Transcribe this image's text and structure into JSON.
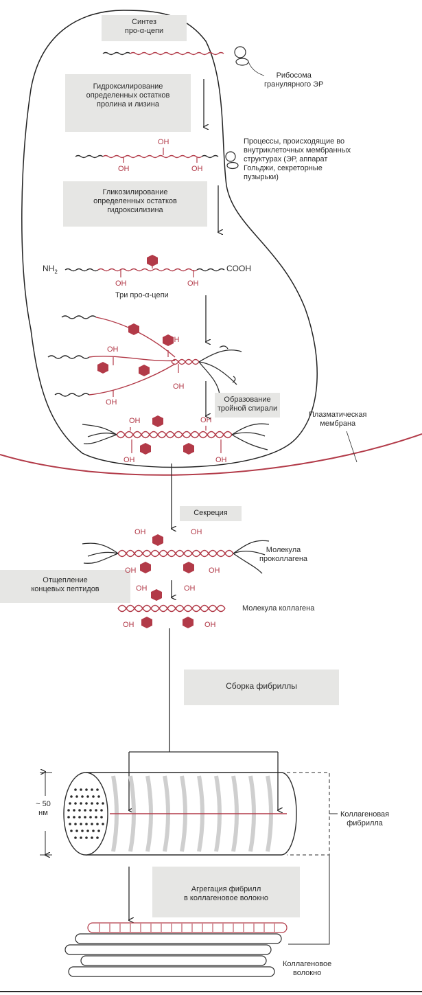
{
  "steps": {
    "synthesis": [
      "Синтез",
      "про-α-цепи"
    ],
    "hydroxylation": [
      "Гидроксилирование",
      "определенных остатков",
      "пролина и лизина"
    ],
    "glycosylation": [
      "Гликозилирование",
      "определенных остатков",
      "гидроксилизина"
    ],
    "triple_helix": [
      "Образование",
      "тройной спирали"
    ],
    "secretion": "Секреция",
    "cleavage": [
      "Отщепление",
      "концевых пептидов"
    ],
    "fibril_assembly": "Сборка фибриллы",
    "aggregation": [
      "Агрегация фибрилл",
      "в коллагеновое волокно"
    ]
  },
  "labels": {
    "ribosome": [
      "Рибосома",
      "гранулярного ЭР"
    ],
    "processes": [
      "Процессы, происходящие во",
      "внутриклеточных мембранных",
      "структурах (ЭР, аппарат",
      "Гольджи, секреторные",
      "пузырьки)"
    ],
    "plasma_membrane": [
      "Плазматическая",
      "мембрана"
    ],
    "three_chains": "Три про-α-цепи",
    "procollagen": [
      "Молекула",
      "проколлагена"
    ],
    "collagen_molecule": "Молекула коллагена",
    "fibril": [
      "Коллагеновая",
      "фибрилла"
    ],
    "fiber": [
      "Коллагеновое",
      "волокно"
    ],
    "diameter": "~ 50",
    "diameter_unit": "нм",
    "nh2": "NH",
    "nh2_sub": "2",
    "cooh": "COOH",
    "oh": "OH"
  },
  "colors": {
    "accent": "#b23a48",
    "ink": "#2a2a2a",
    "box_fill": "#e6e6e4"
  }
}
